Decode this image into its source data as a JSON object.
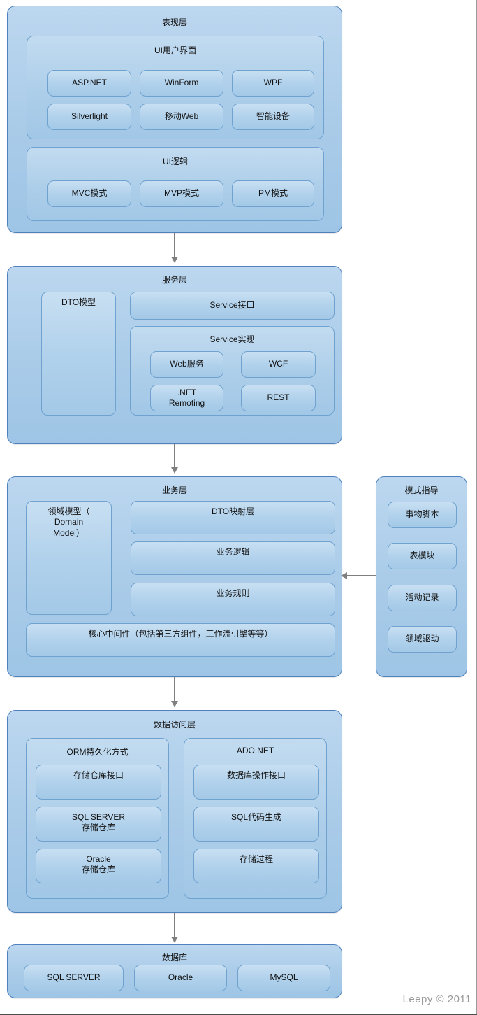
{
  "diagram": {
    "watermark": "Leepy © 2011",
    "colors": {
      "layer_border": "#4f81bd",
      "layer_fill_top": "#bcd7ef",
      "layer_fill_bottom": "#9ec5e6",
      "box_border": "#6fa2cf",
      "arrow": "#7f7f7f",
      "text": "#111111",
      "watermark": "#9a9a9a"
    }
  },
  "presentation_layer": {
    "title": "表现层",
    "ui_group": {
      "title": "UI用户界面",
      "items": [
        {
          "label": "ASP.NET"
        },
        {
          "label": "WinForm"
        },
        {
          "label": "WPF"
        },
        {
          "label": "Silverlight"
        },
        {
          "label": "移动Web"
        },
        {
          "label": "智能设备"
        }
      ]
    },
    "logic_group": {
      "title": "UI逻辑",
      "items": [
        {
          "label": "MVC模式"
        },
        {
          "label": "MVP模式"
        },
        {
          "label": "PM模式"
        }
      ]
    }
  },
  "service_layer": {
    "title": "服务层",
    "dto_model": {
      "label": "DTO模型"
    },
    "service_interface": {
      "label": "Service接口"
    },
    "service_impl": {
      "title": "Service实现",
      "items": [
        {
          "label": "Web服务"
        },
        {
          "label": "WCF"
        },
        {
          "label": ".NET\nRemoting"
        },
        {
          "label": "REST"
        }
      ]
    }
  },
  "business_layer": {
    "title": "业务层",
    "domain_model": {
      "label": "领域模型（\nDomain\nModel）"
    },
    "items": [
      {
        "label": "DTO映射层"
      },
      {
        "label": "业务逻辑"
      },
      {
        "label": "业务规则"
      }
    ],
    "middleware": {
      "label": "核心中间件（包括第三方组件，工作流引擎等等）"
    }
  },
  "pattern_guide": {
    "title": "模式指导",
    "items": [
      {
        "label": "事物脚本"
      },
      {
        "label": "表模块"
      },
      {
        "label": "活动记录"
      },
      {
        "label": "领域驱动"
      }
    ]
  },
  "data_access_layer": {
    "title": "数据访问层",
    "orm_group": {
      "title": "ORM持久化方式",
      "items": [
        {
          "label": "存储仓库接口"
        },
        {
          "label": "SQL SERVER\n存储仓库"
        },
        {
          "label": "Oracle\n存储仓库"
        }
      ]
    },
    "ado_group": {
      "title": "ADO.NET",
      "items": [
        {
          "label": "数据库操作接口"
        },
        {
          "label": "SQL代码生成"
        },
        {
          "label": "存储过程"
        }
      ]
    }
  },
  "database_layer": {
    "title": "数据库",
    "items": [
      {
        "label": "SQL SERVER"
      },
      {
        "label": "Oracle"
      },
      {
        "label": "MySQL"
      }
    ]
  }
}
